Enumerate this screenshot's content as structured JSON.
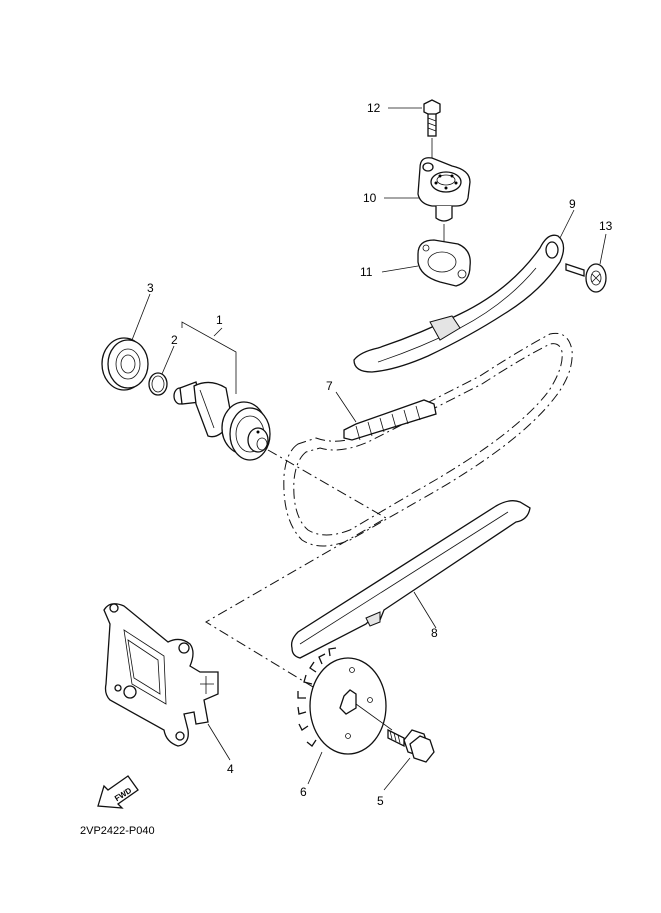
{
  "diagram_code": "2VP2422-P040",
  "fwd_label": "FWD",
  "callouts": {
    "c1": "1",
    "c2": "2",
    "c3": "3",
    "c4": "4",
    "c5": "5",
    "c6": "6",
    "c7": "7",
    "c8": "8",
    "c9": "9",
    "c10": "10",
    "c11": "11",
    "c12": "12",
    "c13": "13"
  }
}
